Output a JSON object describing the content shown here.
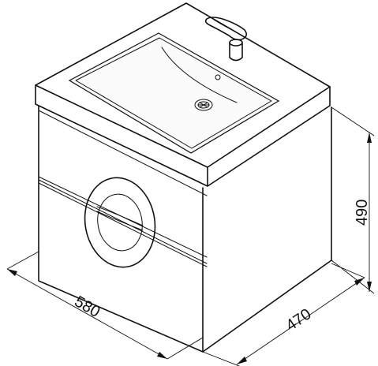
{
  "drawing": {
    "subject": "washbasin-vanity-unit",
    "dimensions": {
      "width": "580",
      "depth": "470",
      "height": "490"
    }
  }
}
